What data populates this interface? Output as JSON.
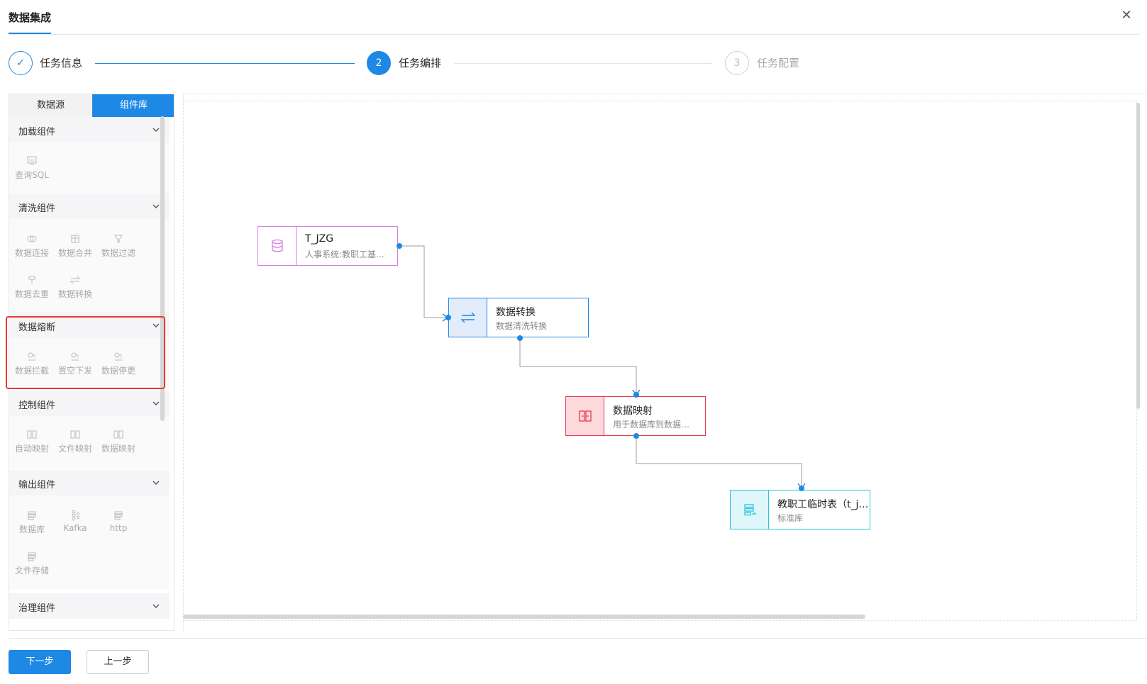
{
  "header": {
    "title": "数据集成"
  },
  "steps": [
    {
      "index": "✓",
      "label": "任务信息"
    },
    {
      "index": "2",
      "label": "任务编排"
    },
    {
      "index": "3",
      "label": "任务配置"
    }
  ],
  "tabs": {
    "datasource": "数据源",
    "components": "组件库"
  },
  "sections": {
    "load": {
      "title": "加载组件",
      "items": [
        "查询SQL"
      ]
    },
    "clean": {
      "title": "清洗组件",
      "items": [
        "数据连接",
        "数据合并",
        "数据过滤",
        "数据去重",
        "数据转换"
      ]
    },
    "fuse": {
      "title": "数据熔断",
      "items": [
        "数据拦截",
        "置空下发",
        "数据停更"
      ]
    },
    "control": {
      "title": "控制组件",
      "items": [
        "自动映射",
        "文件映射",
        "数据映射"
      ]
    },
    "output": {
      "title": "输出组件",
      "items": [
        "数据库",
        "Kafka",
        "http",
        "文件存储"
      ]
    },
    "govern": {
      "title": "治理组件"
    }
  },
  "nodes": {
    "source": {
      "title": "T_JZG",
      "subtitle": "人事系统:教职工基…"
    },
    "transform": {
      "title": "数据转换",
      "subtitle": "数据清洗转换"
    },
    "mapping": {
      "title": "数据映射",
      "subtitle": "用于数据库到数据…"
    },
    "target": {
      "title": "教职工临时表（t_j…",
      "subtitle": "标准库"
    }
  },
  "footer": {
    "next": "下一步",
    "prev": "上一步"
  },
  "colors": {
    "primary": "#1e88e5",
    "source_node": "#d87ce6",
    "transform_node": "#1e88e5",
    "mapping_node": "#e53950",
    "target_node": "#26c6da",
    "highlight": "#e53935"
  }
}
